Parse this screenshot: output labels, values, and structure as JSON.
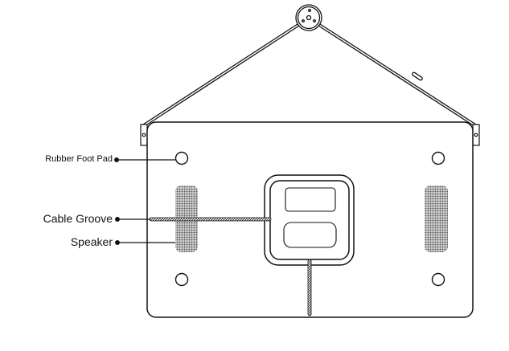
{
  "labels": {
    "foot_pad": "Rubber Foot Pad",
    "cable_groove": "Cable Groove",
    "speaker": "Speaker"
  },
  "colors": {
    "stroke": "#111111",
    "speaker_fill": "#8a8a8a"
  }
}
